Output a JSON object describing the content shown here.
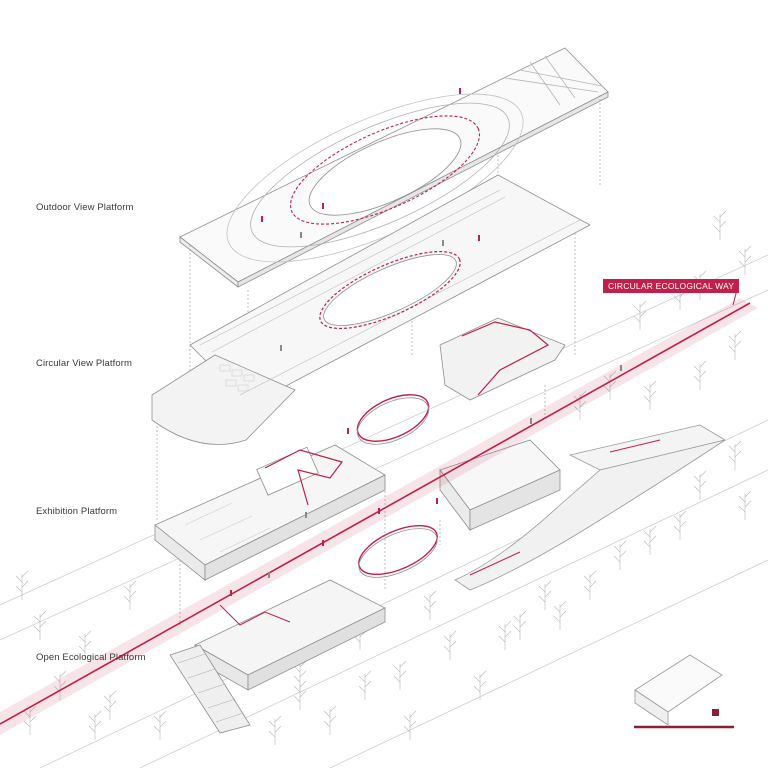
{
  "labels": {
    "outdoor": "Outdoor View Platform",
    "circular_view": "Circular View Platform",
    "exhibition": "Exhibition Platform",
    "open_ecological": "Open Ecological Platform",
    "callout": "CIRCULAR ECOLOGICAL WAY"
  },
  "colors": {
    "accent": "#c0204a",
    "line": "#9a9a9a",
    "light_line": "#c8c8c8",
    "text": "#3a3a3a",
    "background": "#ffffff"
  },
  "icons": {
    "scale_mark": "square",
    "tree": "sketched-tree"
  }
}
